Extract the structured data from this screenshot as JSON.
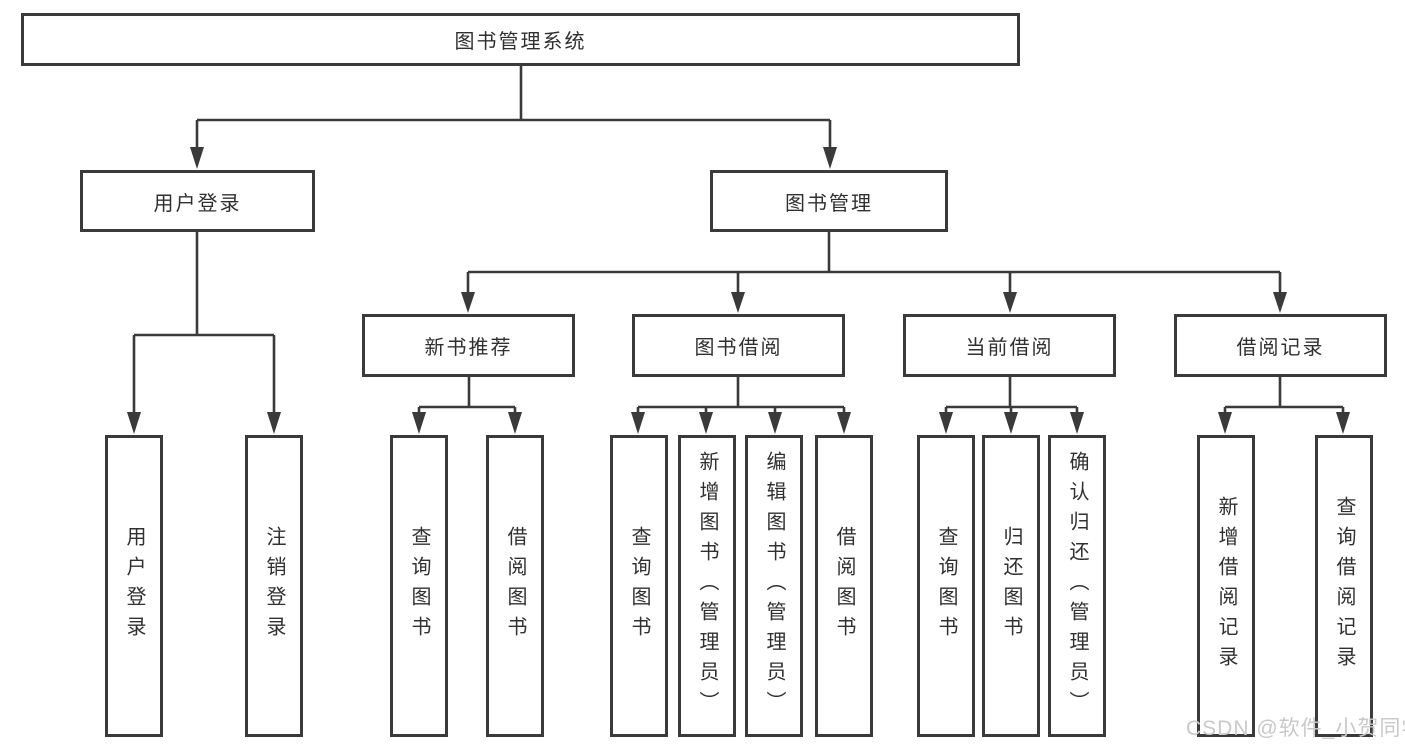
{
  "diagram": {
    "nodes": {
      "root": "图书管理系统",
      "user_login": "用户登录",
      "book_mgmt": "图书管理",
      "new_book_rec": "新书推荐",
      "book_borrow": "图书借阅",
      "current_borrow": "当前借阅",
      "borrow_record": "借阅记录",
      "leaf_user_login": "用户登录",
      "leaf_logout": "注销登录",
      "leaf_rec_query": "查询图书",
      "leaf_rec_borrow": "借阅图书",
      "leaf_bb_query": "查询图书",
      "leaf_bb_add": "新增图书（管理员）",
      "leaf_bb_edit": "编辑图书（管理员）",
      "leaf_bb_borrow": "借阅图书",
      "leaf_cb_query": "查询图书",
      "leaf_cb_return": "归还图书",
      "leaf_cb_confirm": "确认归还（管理员）",
      "leaf_br_add": "新增借阅记录",
      "leaf_br_query": "查询借阅记录"
    },
    "line_color": "#3a3a3a"
  },
  "watermark": {
    "text": "CSDN @软件_小贺同学"
  }
}
